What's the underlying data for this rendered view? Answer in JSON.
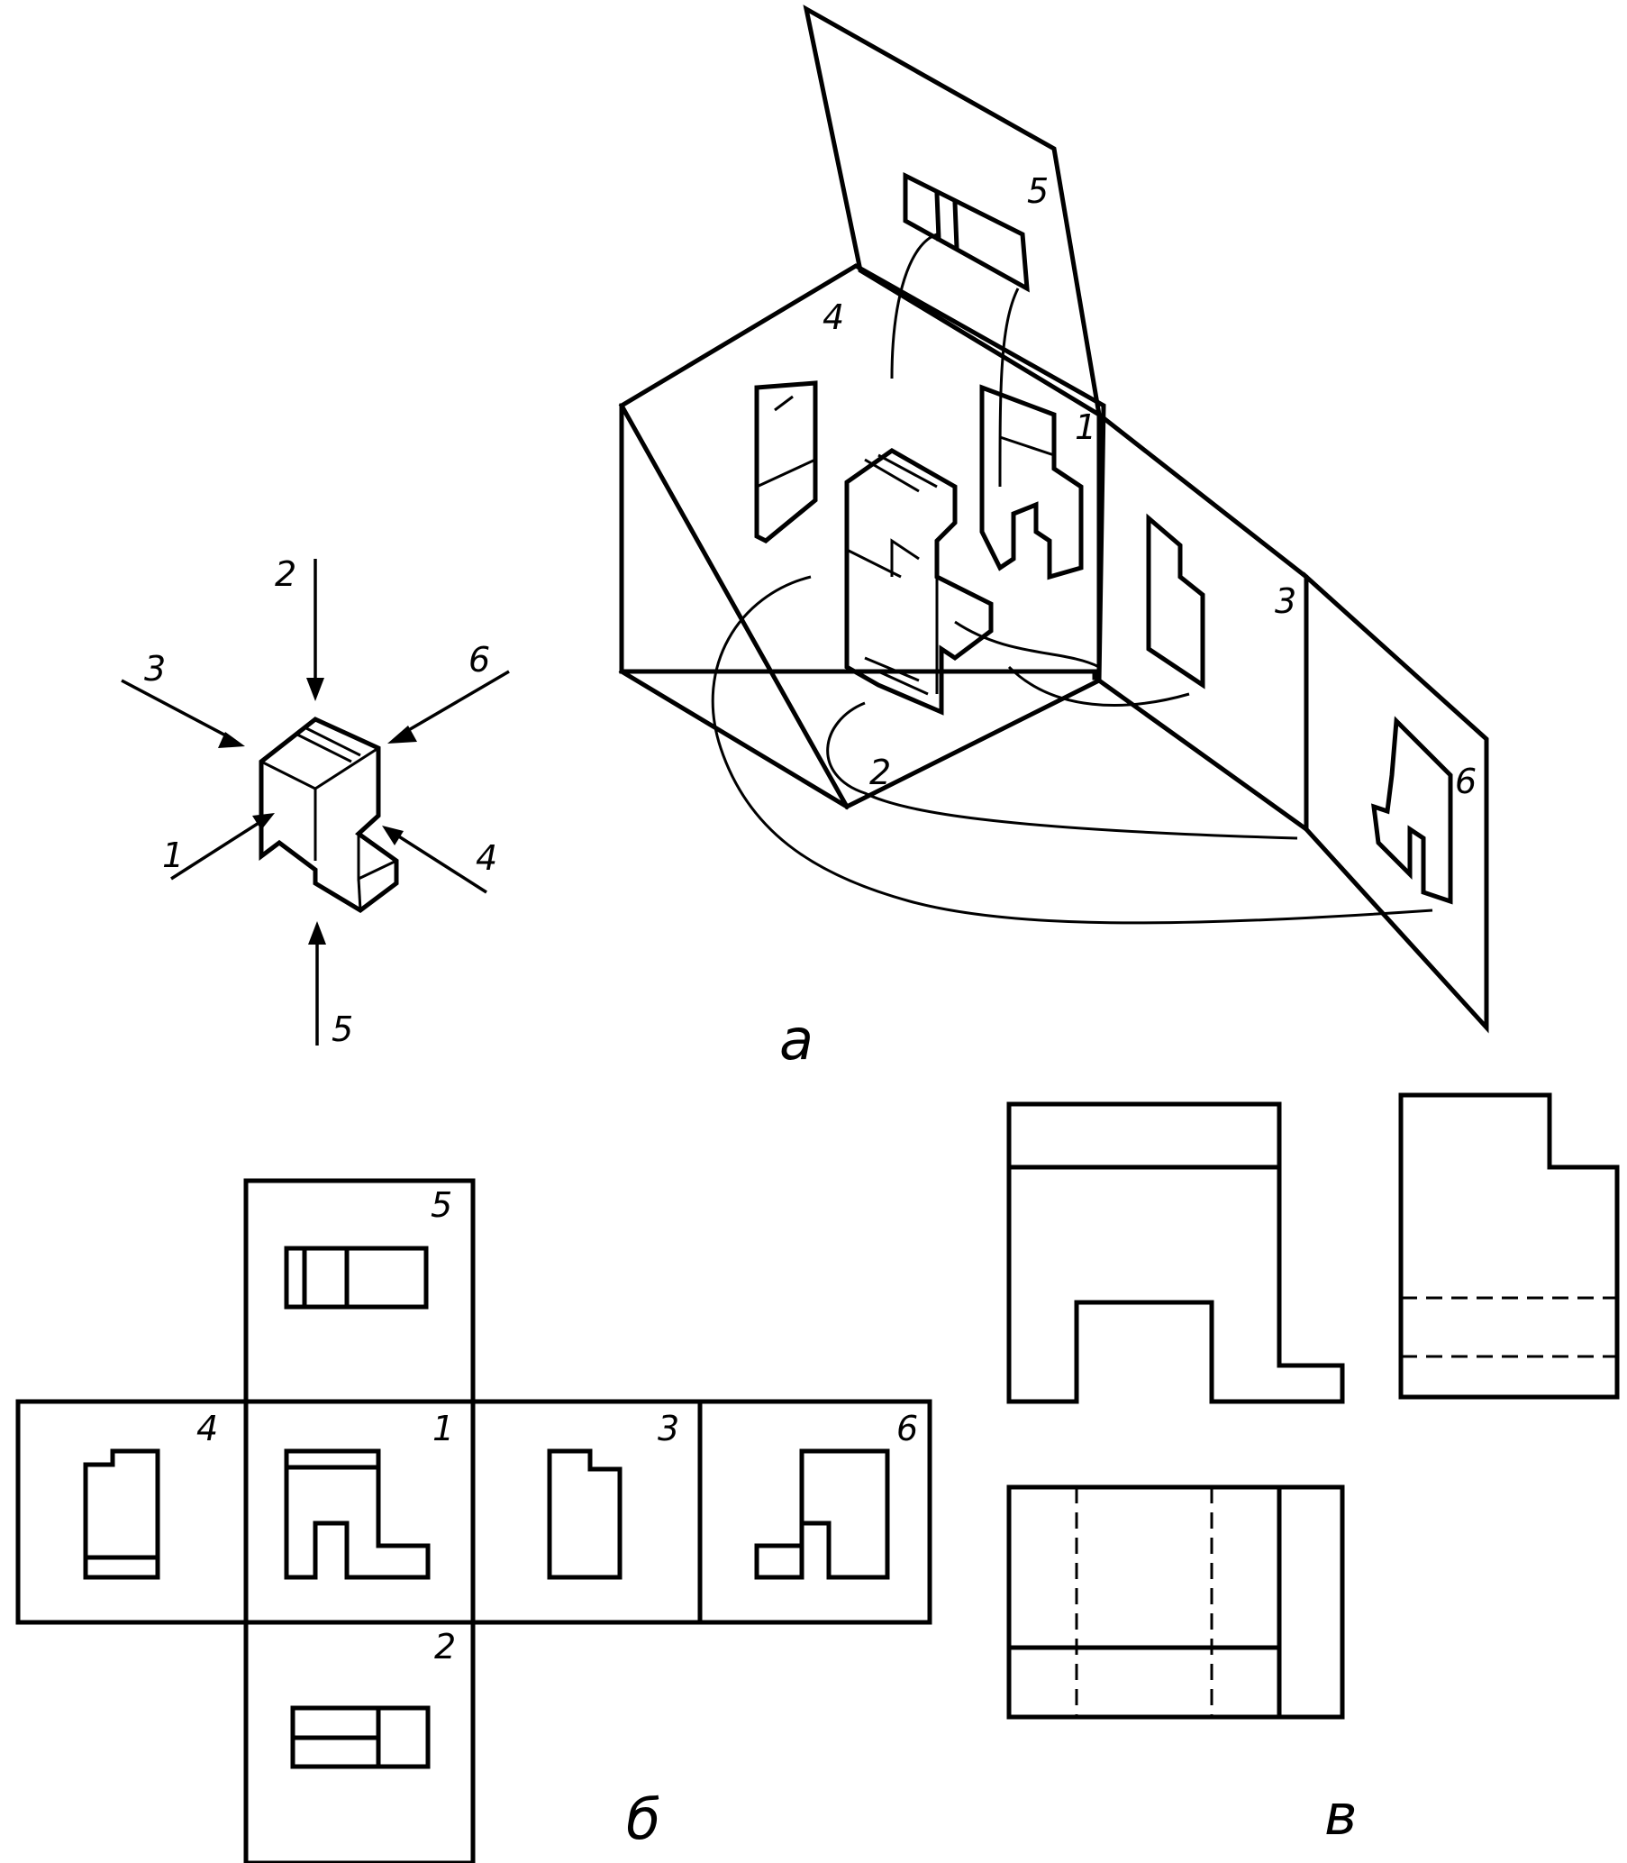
{
  "arrow_labels": [
    "1",
    "2",
    "3",
    "6",
    "4",
    "5"
  ],
  "projection_labels": {
    "p1": "1",
    "p2": "2",
    "p3": "3",
    "p4": "4",
    "p5": "5",
    "p6": "6"
  },
  "captions": {
    "a": "а",
    "b": "б",
    "c": "в"
  }
}
